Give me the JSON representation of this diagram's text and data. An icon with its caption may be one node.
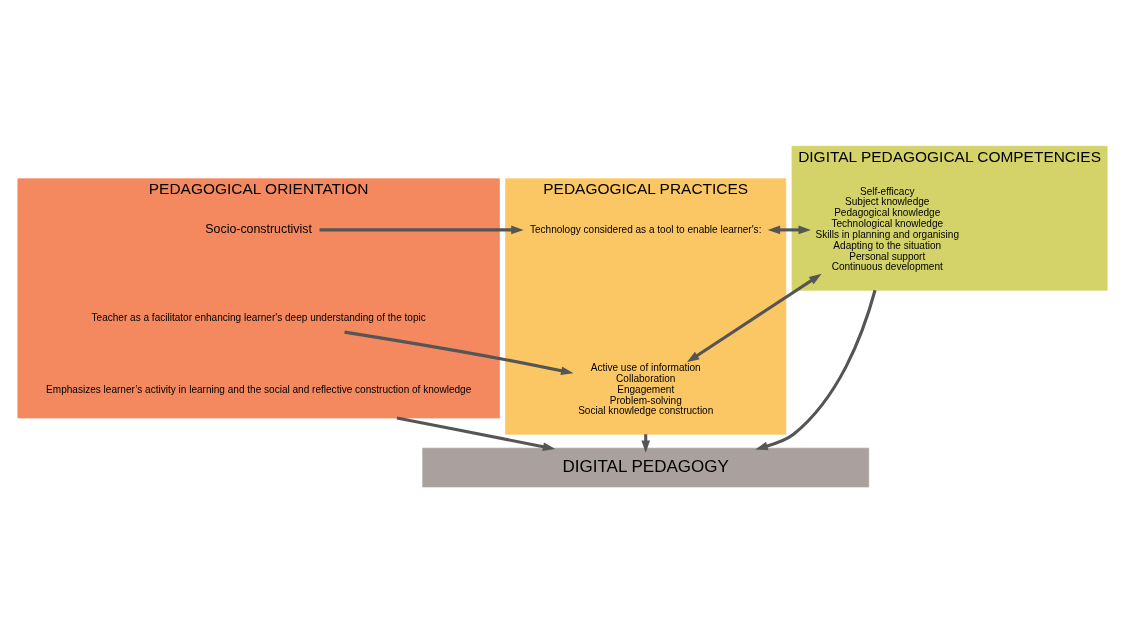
{
  "diagram": {
    "nodes": [
      {
        "text": [
          "PEDAGOGICAL ORIENTATION"
        ]
      },
      {
        "text": [
          "Socio-constructivist"
        ],
        "in": 0
      },
      {
        "text": [
          "Teacher as a facilitator enhancing learner's deep understanding of the topic"
        ],
        "in": 0
      },
      {
        "text": [
          "Emphasizes learner’s activity in learning and the social and reflective construction of knowledge"
        ],
        "in": 0
      },
      {
        "text": [
          "PEDAGOGICAL PRACTICES"
        ]
      },
      {
        "text": [
          "Technology considered as a tool to enable learner's:"
        ],
        "in": 4
      },
      {
        "text": [
          "Active use of information",
          "Collaboration",
          "Engagement",
          "Problem-solving",
          "Social knowledge construction"
        ],
        "in": 4
      },
      {
        "text": [
          "DIGITAL PEDAGOGICAL COMPETENCIES"
        ]
      },
      {
        "text": [
          "Self-efficacy",
          "Subject knowledge",
          "Pedagogical knowledge",
          "Technological knowledge",
          "Skills in planning and organising",
          "Adapting to the situation",
          "Personal support",
          "Continuous development"
        ],
        "in": 7
      },
      {
        "text": [
          "DIGITAL PEDAGOGY"
        ]
      }
    ],
    "edges": [
      {
        "from": 1,
        "to": 5,
        "arrow": "to"
      },
      {
        "from": 2,
        "to": 6,
        "arrow": "to"
      },
      {
        "from": 5,
        "to": 8,
        "arrow": "both"
      },
      {
        "from": 6,
        "to": 8,
        "arrow": "both"
      },
      {
        "from": 0,
        "to": 9,
        "arrow": "to"
      },
      {
        "from": 4,
        "to": 9,
        "arrow": "to"
      },
      {
        "from": 7,
        "to": 9,
        "arrow": "to"
      }
    ]
  }
}
